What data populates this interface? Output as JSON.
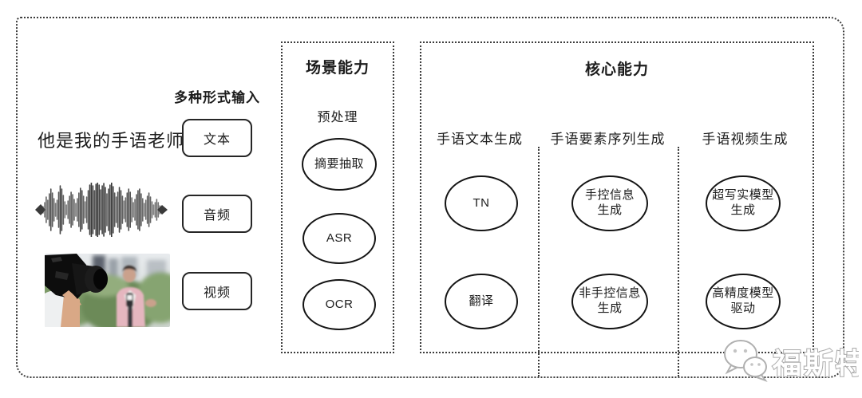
{
  "figure": {
    "input": {
      "header": "多种形式输入",
      "sample_sentence": "他是我的手语老师",
      "types": [
        {
          "label": "文本"
        },
        {
          "label": "音频"
        },
        {
          "label": "视频"
        }
      ]
    },
    "scene": {
      "title": "场景能力",
      "stage_label": "预处理",
      "nodes": [
        {
          "label": "摘要抽取"
        },
        {
          "label": "ASR"
        },
        {
          "label": "OCR"
        }
      ]
    },
    "core": {
      "title": "核心能力",
      "columns": [
        {
          "header": "手语文本生成",
          "nodes": [
            {
              "label": "TN"
            },
            {
              "label": "翻译"
            }
          ]
        },
        {
          "header": "手语要素序列生成",
          "nodes": [
            {
              "label": "手控信息\n生成"
            },
            {
              "label": "非手控信息\n生成"
            }
          ]
        },
        {
          "header": "手语视频生成",
          "nodes": [
            {
              "label": "超写实模型\n生成"
            },
            {
              "label": "高精度模型\n驱动"
            }
          ]
        }
      ]
    },
    "watermark": {
      "text": "福斯特",
      "icon": "wechat-logo"
    },
    "colors": {
      "line": "#3c3c3c",
      "text": "#1c1c1c",
      "node_stroke": "#141414",
      "watermark_gray": "#b0b0b0",
      "background": "#ffffff"
    }
  }
}
